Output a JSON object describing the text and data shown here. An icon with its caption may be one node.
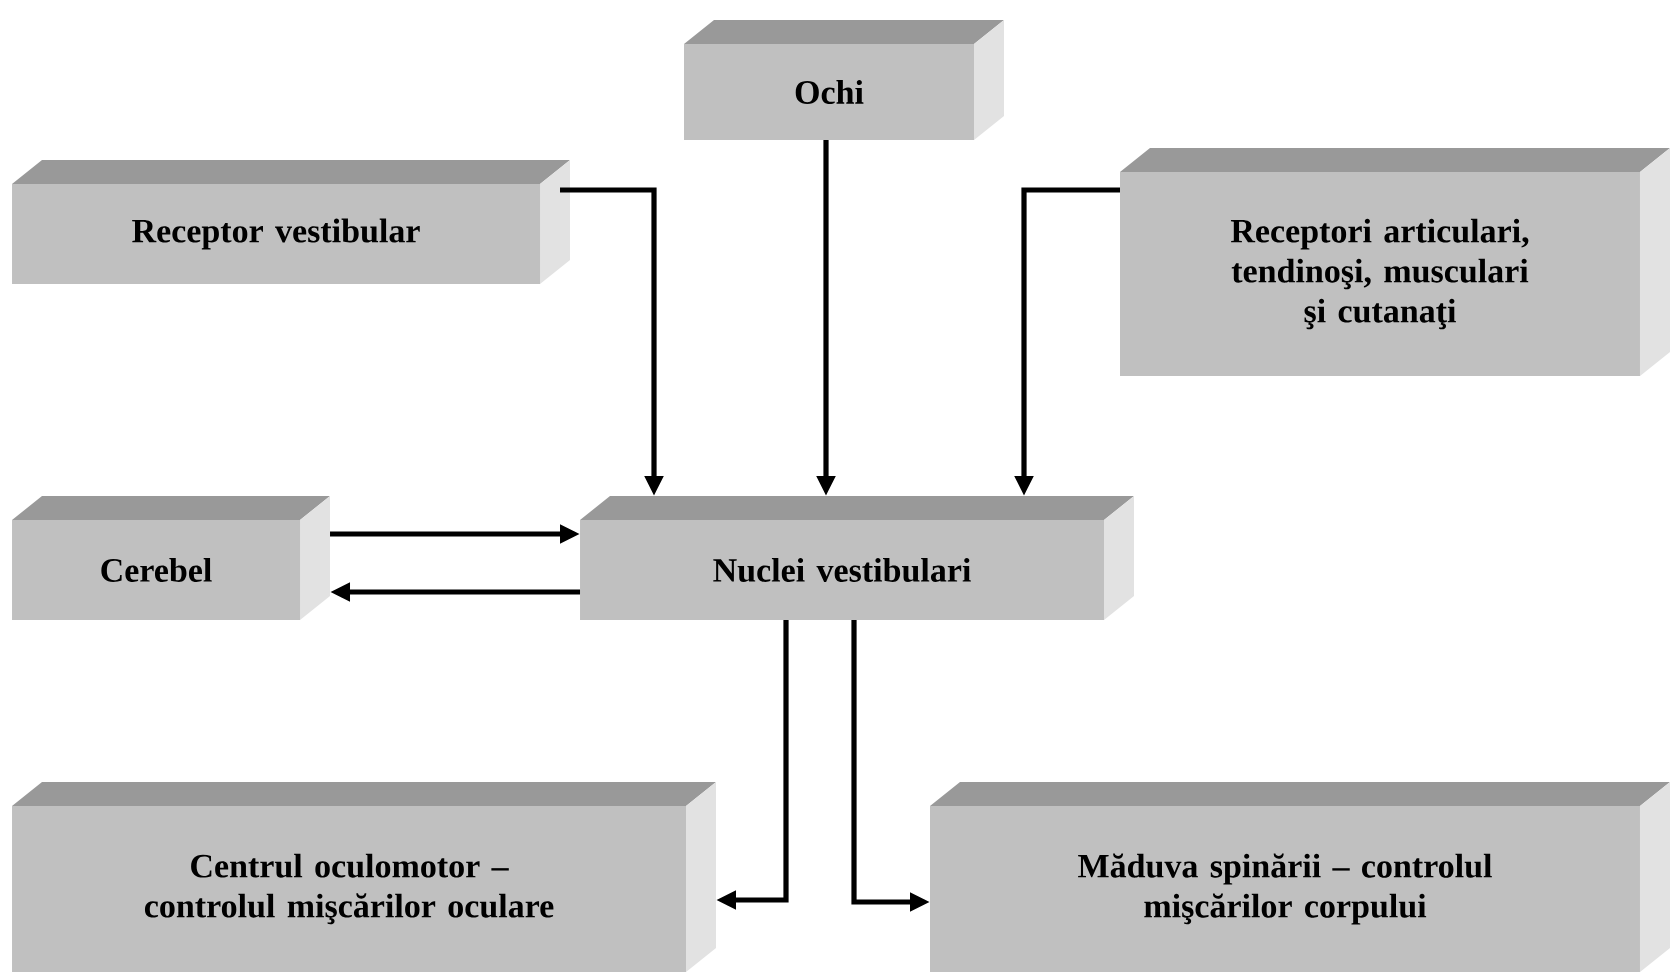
{
  "diagram": {
    "nodes": [
      {
        "text": [
          "Ochi"
        ]
      },
      {
        "text": [
          "Receptor vestibular"
        ]
      },
      {
        "text": [
          "Receptori articulari, tendinoşi, musculari şi cutanaţi"
        ]
      },
      {
        "text": [
          "Cerebel"
        ]
      },
      {
        "text": [
          "Nuclei vestibulari"
        ]
      },
      {
        "text": [
          "Centrul oculomotor – controlul mişcărilor oculare"
        ]
      },
      {
        "text": [
          "Măduva spinării – controlul mişcărilor corpului"
        ]
      }
    ],
    "edges": [
      {
        "from": 1,
        "to": 4,
        "arrow": "to"
      },
      {
        "from": 0,
        "to": 4,
        "arrow": "to"
      },
      {
        "from": 2,
        "to": 4,
        "arrow": "to"
      },
      {
        "from": 3,
        "to": 4,
        "arrow": "to"
      },
      {
        "from": 4,
        "to": 3,
        "arrow": "to"
      },
      {
        "from": 4,
        "to": 5,
        "arrow": "to"
      },
      {
        "from": 4,
        "to": 6,
        "arrow": "to"
      }
    ]
  }
}
